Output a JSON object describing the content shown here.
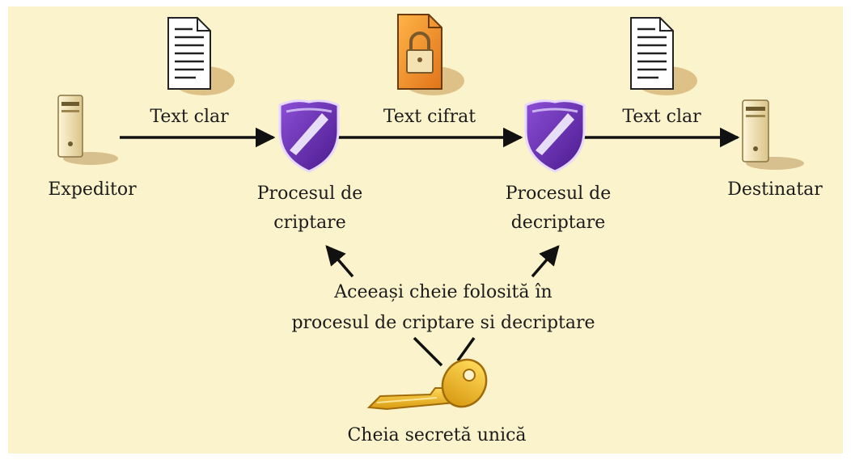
{
  "nodes": {
    "sender": "Expeditor",
    "encrypt_process": "Procesul de\ncriptare",
    "decrypt_process": "Procesul de\ndecriptare",
    "receiver": "Destinatar"
  },
  "edges": {
    "plaintext_in": "Text clar",
    "ciphertext": "Text cifrat",
    "plaintext_out": "Text clar"
  },
  "key": {
    "description": "Aceeași cheie folosită în\nprocesul de criptare si decriptare",
    "label": "Cheia secretă unică"
  },
  "colors": {
    "background": "#fbf3cb",
    "shield_purple": "#6a2fb0",
    "key_gold": "#e8b62a",
    "lock_orange": "#f08a1c"
  }
}
